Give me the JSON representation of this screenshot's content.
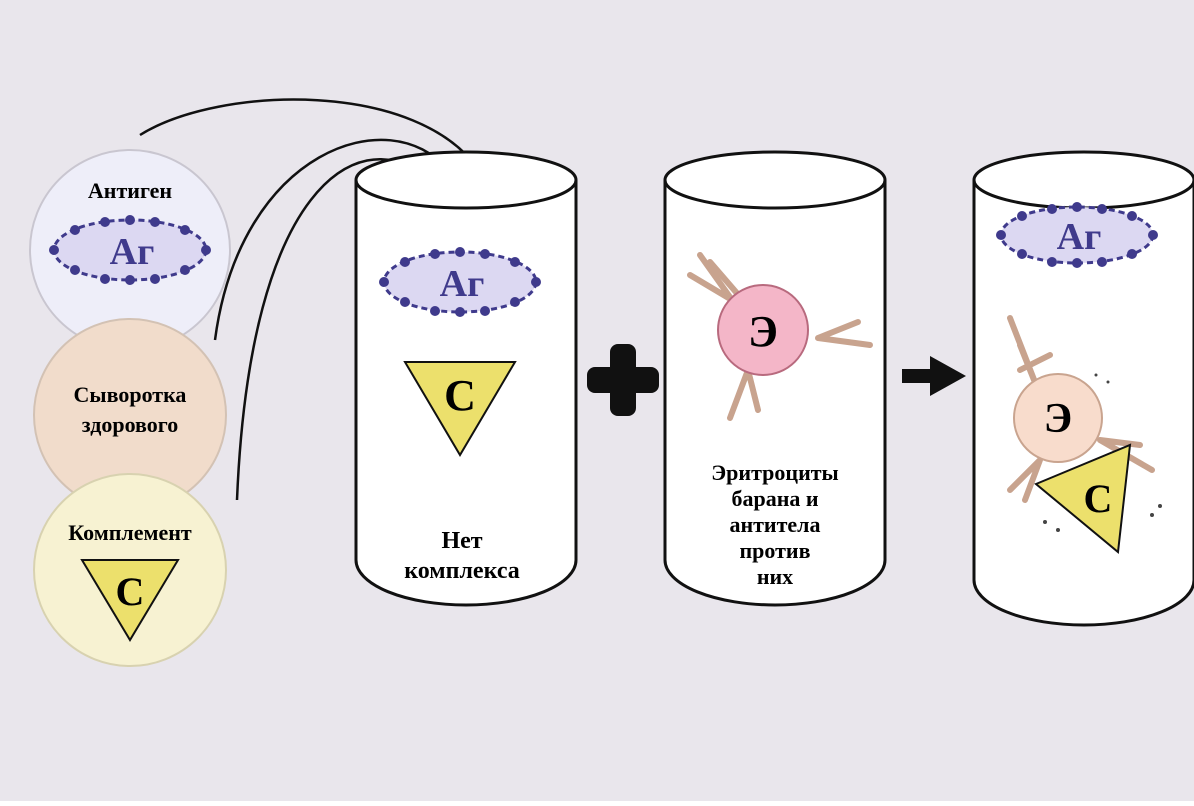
{
  "colors": {
    "background": "#e9e6ec",
    "antigen_circle": "#eeeef9",
    "serum_circle": "#f1dccb",
    "complement_circle": "#f7f2d2",
    "antigen_fill": "#dcd8f2",
    "antigen_stroke": "#3f3a8c",
    "complement_fill": "#ece06c",
    "erythrocyte_fill": "#f4b6c8",
    "erythrocyte_light_fill": "#f8dccc",
    "antibody_stroke": "#c8a38e",
    "cylinder_fill": "#ffffff",
    "ink": "#111111"
  },
  "reagents": {
    "antigen": {
      "label": "Антиген",
      "symbol": "Аг"
    },
    "serum": {
      "label_line1": "Сыворотка",
      "label_line2": "здорового"
    },
    "complement": {
      "label": "Комплемент",
      "symbol": "С"
    }
  },
  "tube1": {
    "antigen_symbol": "Аг",
    "complement_symbol": "С",
    "caption_line1": "Нет",
    "caption_line2": "комплекса"
  },
  "operators": {
    "plus": "plus",
    "arrow": "arrow-right"
  },
  "tube2": {
    "erythrocyte_symbol": "Э",
    "caption_lines": [
      "Эритроциты",
      "барана и",
      "антитела",
      "против",
      "них"
    ]
  },
  "tube3": {
    "antigen_symbol": "Аг",
    "erythrocyte_symbol": "Э",
    "complement_symbol": "С"
  }
}
